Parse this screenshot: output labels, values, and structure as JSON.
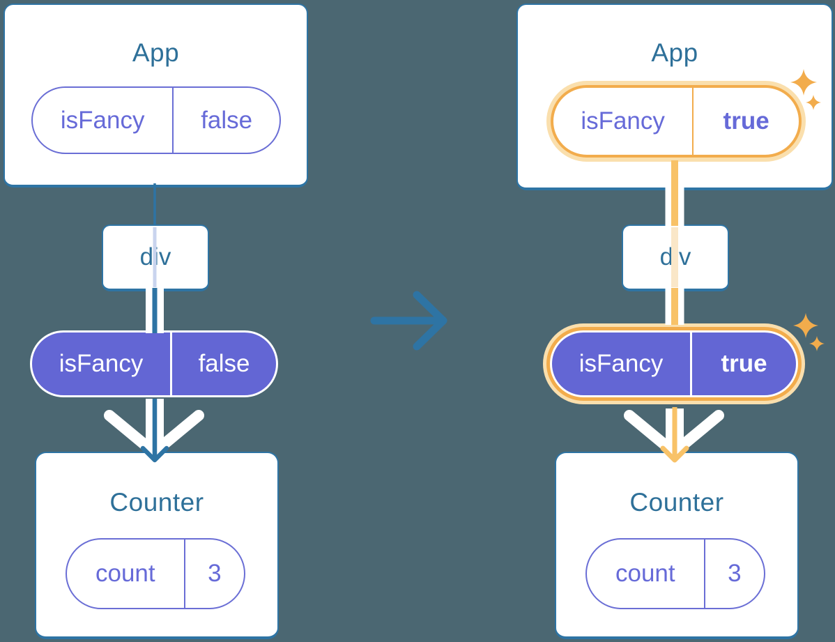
{
  "colors": {
    "background": "#4B6772",
    "blue": "#2E74A4",
    "blue_text": "#2E7099",
    "purple": "#6366D4",
    "purple_border": "#6A6ED5",
    "purple_text": "#666AD8",
    "orange": "#F2AC4C",
    "orange_light": "#FADFAD",
    "orange_line": "#F8C268",
    "orange_faint": "#FAE7C8",
    "lavender_line": "#C9D4EE",
    "white": "#FFFFFF"
  },
  "before": {
    "app": {
      "title": "App",
      "prop_name": "isFancy",
      "prop_value": "false"
    },
    "div_label": "div",
    "prop_pill": {
      "name": "isFancy",
      "value": "false"
    },
    "counter": {
      "title": "Counter",
      "state_name": "count",
      "state_value": "3"
    }
  },
  "after": {
    "app": {
      "title": "App",
      "prop_name": "isFancy",
      "prop_value": "true"
    },
    "div_label": "div",
    "prop_pill": {
      "name": "isFancy",
      "value": "true"
    },
    "counter": {
      "title": "Counter",
      "state_name": "count",
      "state_value": "3"
    }
  },
  "icons": {
    "transition_arrow": "right-arrow",
    "sparkle": "four-point-sparkle",
    "counter_arrow": "down-arrow"
  }
}
